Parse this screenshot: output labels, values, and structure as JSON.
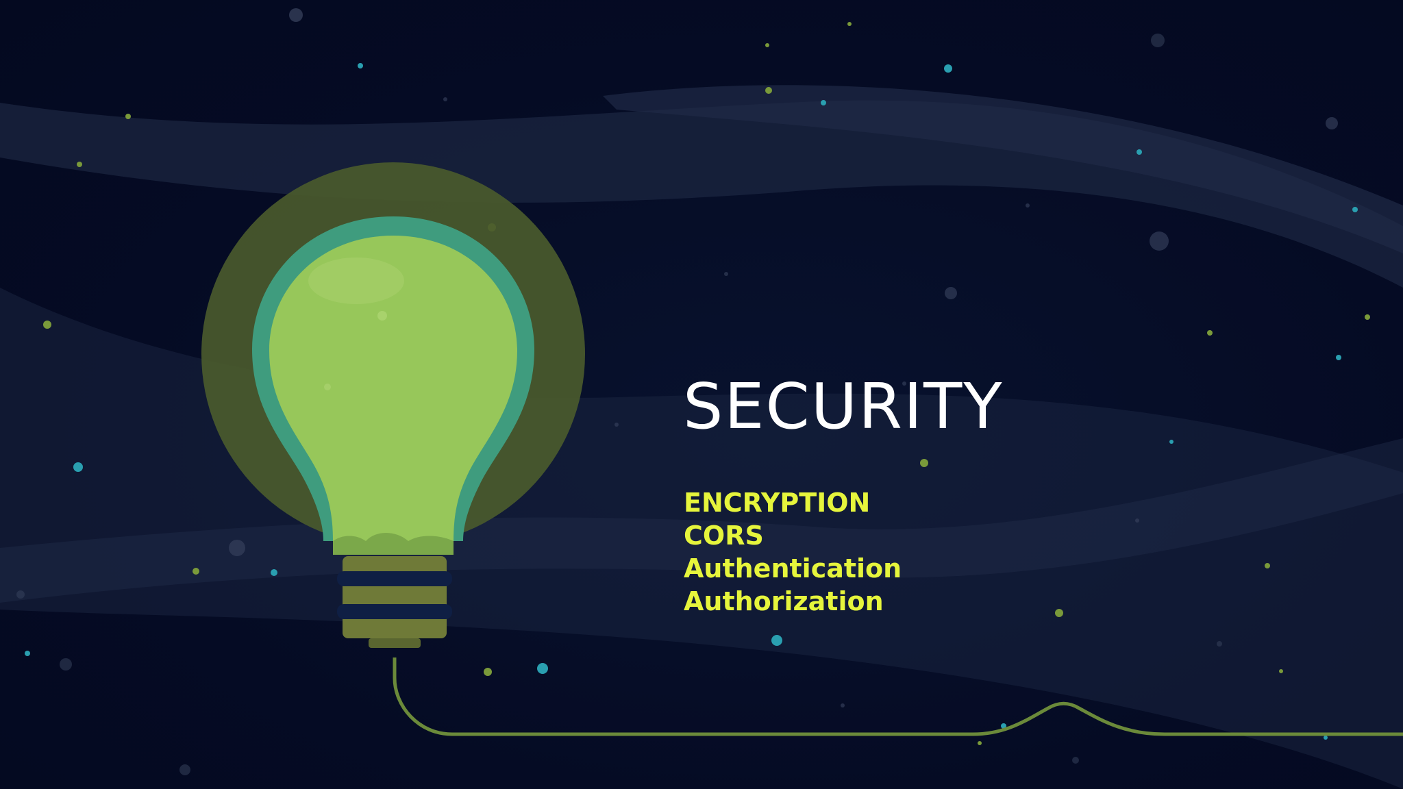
{
  "slide": {
    "title": "SECURITY",
    "topics": [
      "ENCRYPTION",
      "CORS",
      "Authentication",
      "Authorization"
    ]
  },
  "colors": {
    "background": "#050b24",
    "title_text": "#ffffff",
    "topic_text": "#e6f53c",
    "bulb_glow": "#4a5a2c",
    "bulb_glass": "#97c75a",
    "bulb_rim": "#3f9c7e",
    "cord": "#6b8a3a",
    "stars": [
      "#2a9fb0",
      "#7a9a3a",
      "#3a4560"
    ]
  },
  "icons": {
    "illustration": "light-bulb-icon"
  }
}
